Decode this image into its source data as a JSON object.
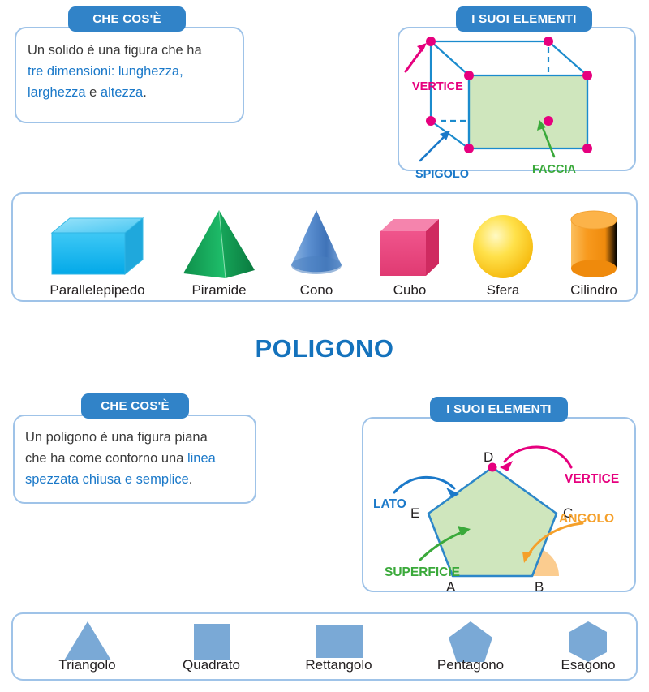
{
  "solid_section": {
    "definition_tab": "CHE COS'È",
    "elements_tab": "I SUOI ELEMENTI",
    "definition": {
      "line1_plain": "Un solido è una figura che ha",
      "line2_hl": "tre dimensioni: lunghezza,",
      "line3_hl_a": "larghezza",
      "line3_plain": " e ",
      "line3_hl_b": "altezza",
      "line3_end": "."
    },
    "diagram_labels": {
      "vertice": "VERTICE",
      "spigolo": "SPIGOLO",
      "faccia": "FACCIA"
    }
  },
  "solids_strip": {
    "items": [
      {
        "name": "Parallelepipedo",
        "shape": "cuboid",
        "color": "#22b7ef"
      },
      {
        "name": "Piramide",
        "shape": "pyramid",
        "color": "#12a05a"
      },
      {
        "name": "Cono",
        "shape": "cone",
        "color": "#5b8fd0"
      },
      {
        "name": "Cubo",
        "shape": "cube",
        "color": "#e9497f"
      },
      {
        "name": "Sfera",
        "shape": "sphere",
        "color": "#f9cf22"
      },
      {
        "name": "Cilindro",
        "shape": "cylinder",
        "color": "#f79a22"
      }
    ]
  },
  "polygon_section": {
    "title": "POLIGONO",
    "definition_tab": "CHE COS'È",
    "elements_tab": "I SUOI ELEMENTI",
    "definition": {
      "line1_plain": "Un poligono è una figura piana",
      "line2_plain": "che ha come contorno una ",
      "line2_hl": "linea",
      "line3_hl": "spezzata chiusa e semplice",
      "line3_end": "."
    },
    "diagram_labels": {
      "lato": "LATO",
      "vertice": "VERTICE",
      "angolo": "ANGOLO",
      "superficie": "SUPERFICIE"
    },
    "vertex_letters": {
      "a": "A",
      "b": "B",
      "c": "C",
      "d": "D",
      "e": "E"
    }
  },
  "polygons_strip": {
    "items": [
      {
        "name": "Triangolo",
        "shape": "triangle"
      },
      {
        "name": "Quadrato",
        "shape": "square"
      },
      {
        "name": "Rettangolo",
        "shape": "rectangle"
      },
      {
        "name": "Pentagono",
        "shape": "pentagon"
      },
      {
        "name": "Esagono",
        "shape": "hexagon"
      }
    ]
  },
  "colors": {
    "blue_tab": "#3183c8",
    "card_border": "#9fc3e8",
    "heading_blue": "#1472bc",
    "text_blue": "#1b79c9",
    "magenta": "#e6007e",
    "green": "#3aa93a",
    "orange": "#f5a02a",
    "edge_blue": "#1b8bcd",
    "face_green": "#cfe6bd",
    "flat_shape_fill": "#7aa9d6"
  }
}
